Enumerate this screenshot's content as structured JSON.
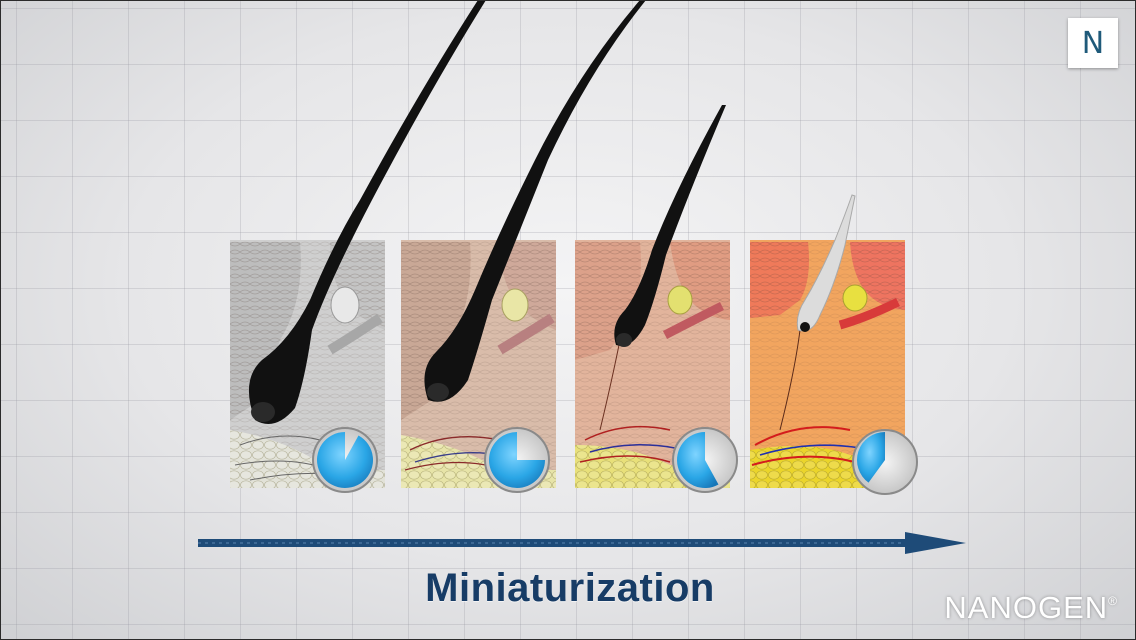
{
  "caption": "Miniaturization",
  "brand": {
    "name": "NANOGEN",
    "mark": "®"
  },
  "corner_logo": {
    "letter": "N"
  },
  "stages": [
    {
      "tint": "grey",
      "hair": "thick-terminal",
      "clock_fraction": 0.92
    },
    {
      "tint": "beige",
      "hair": "thick",
      "clock_fraction": 0.75
    },
    {
      "tint": "peach",
      "hair": "thinning",
      "clock_fraction": 0.58
    },
    {
      "tint": "orange",
      "hair": "miniaturized-vellus",
      "clock_fraction": 0.4
    }
  ],
  "colors": {
    "caption": "#173c66",
    "arrow": "#1e4b78",
    "clock_fill": "#29a8e8",
    "panel_tints": [
      "#cfcfcf",
      "#d9bcaa",
      "#e2b49c",
      "#f2a55f"
    ]
  },
  "icons": [
    "hair-strand-icon",
    "clock-icon",
    "arrow-right-icon",
    "n-logo-icon"
  ]
}
